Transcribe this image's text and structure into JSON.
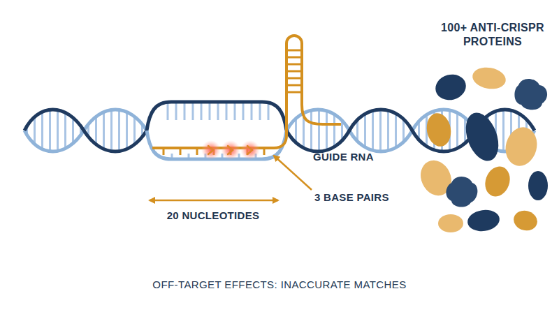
{
  "diagram": {
    "caption": "OFF-TARGET EFFECTS: INACCURATE MATCHES",
    "labels": [
      "GUIDE RNA",
      "20 NUCLEOTIDES",
      "3 BASE PAIRS",
      "100+ ANTI-CRISPR PROTEINS"
    ]
  }
}
